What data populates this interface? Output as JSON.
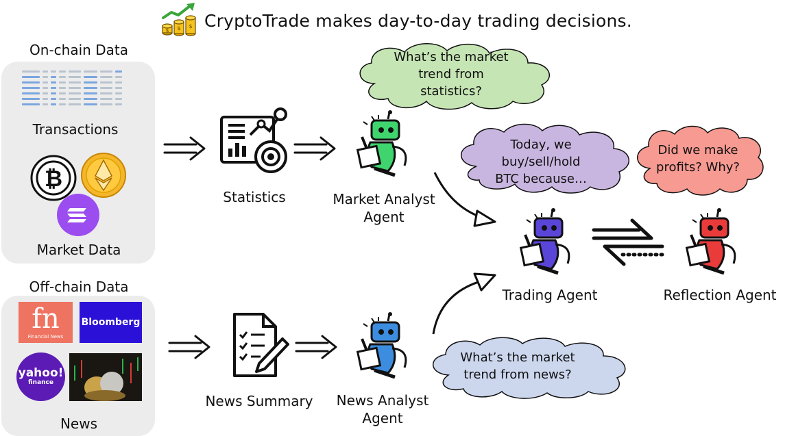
{
  "title": "CryptoTrade makes day-to-day trading decisions.",
  "onchain": {
    "heading": "On-chain Data",
    "transactions_label": "Transactions",
    "market_label": "Market Data"
  },
  "offchain": {
    "heading": "Off-chain Data",
    "news_label": "News",
    "logos": {
      "fn_big": "fn",
      "fn_small": "Financial News",
      "bloomberg": "Bloomberg",
      "yahoo_top": "yahoo!",
      "yahoo_bottom": "finance"
    }
  },
  "nodes": {
    "statistics": "Statistics",
    "market_analyst": [
      "Market Analyst",
      "Agent"
    ],
    "news_summary": "News Summary",
    "news_analyst": [
      "News Analyst",
      "Agent"
    ],
    "trading_agent": "Trading Agent",
    "reflection_agent": "Reflection Agent"
  },
  "clouds": {
    "market": [
      "What’s the market",
      "trend from",
      "statistics?"
    ],
    "trading": [
      "Today, we",
      "buy/sell/hold",
      "BTC because…"
    ],
    "reflection": [
      "Did we make",
      "profits? Why?"
    ],
    "news": [
      "What’s the market",
      "trend from news?"
    ]
  },
  "colors": {
    "panel": "#ececec",
    "cloud_green": "#c6e5b4",
    "cloud_purple": "#c9b6e0",
    "cloud_red": "#f79a92",
    "cloud_blue": "#ccd7ee",
    "robot_green": "#3fd46d",
    "robot_purple": "#5a45d9",
    "robot_red": "#ea3b3b",
    "robot_blue": "#3c8de0",
    "coin_btc": "#ffffff",
    "coin_eth": "#f4b72c",
    "coin_sol": "#9b4df0"
  },
  "icons": [
    "chart-up-coins-icon",
    "bitcoin-icon",
    "ethereum-icon",
    "solana-icon",
    "statistics-dashboard-icon",
    "news-document-icon",
    "robot-icon",
    "swap-arrows-icon"
  ]
}
